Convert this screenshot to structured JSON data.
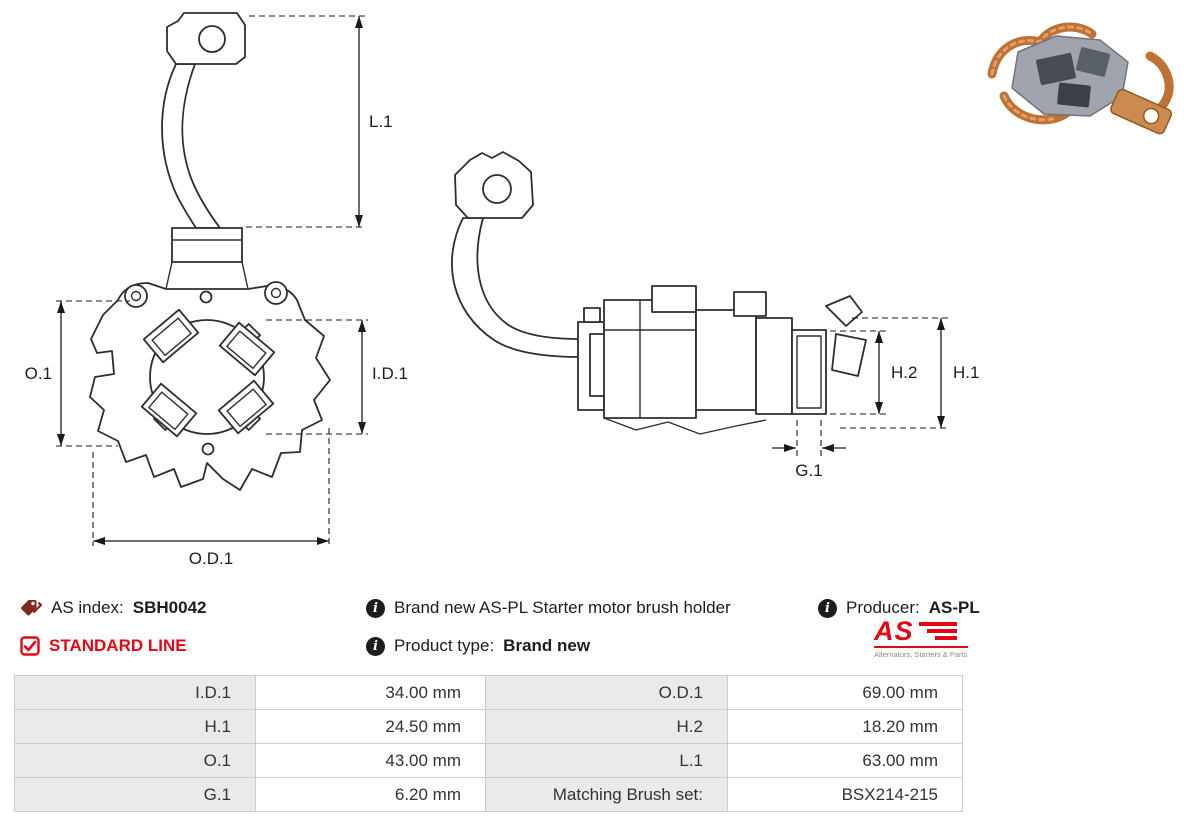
{
  "diagram": {
    "labels": {
      "l1": "L.1",
      "o1": "O.1",
      "id1": "I.D.1",
      "od1": "O.D.1",
      "h1": "H.1",
      "h2": "H.2",
      "g1": "G.1"
    }
  },
  "icons": {
    "as_index": "tags-icon",
    "standard_line": "check-icon",
    "info": "info-icon",
    "info_glyph": "i"
  },
  "info": {
    "as_index": {
      "label": "AS index:",
      "value": "SBH0042"
    },
    "standard_line": "STANDARD LINE",
    "description": "Brand new AS-PL Starter motor brush holder",
    "product_type": {
      "label": "Product type:",
      "value": "Brand new"
    },
    "producer": {
      "label": "Producer:",
      "value": "AS-PL"
    }
  },
  "logo": {
    "text": "AS",
    "caption": "Alternators, Starters & Parts"
  },
  "colors": {
    "accent_red": "#e30613",
    "table_label_bg": "#eaeaea",
    "line": "#2e2e2e"
  },
  "table": {
    "rows": [
      [
        "I.D.1",
        "34.00 mm",
        "O.D.1",
        "69.00 mm"
      ],
      [
        "H.1",
        "24.50 mm",
        "H.2",
        "18.20 mm"
      ],
      [
        "O.1",
        "43.00 mm",
        "L.1",
        "63.00 mm"
      ],
      [
        "G.1",
        "6.20 mm",
        "Matching Brush set:",
        "BSX214-215"
      ]
    ]
  }
}
